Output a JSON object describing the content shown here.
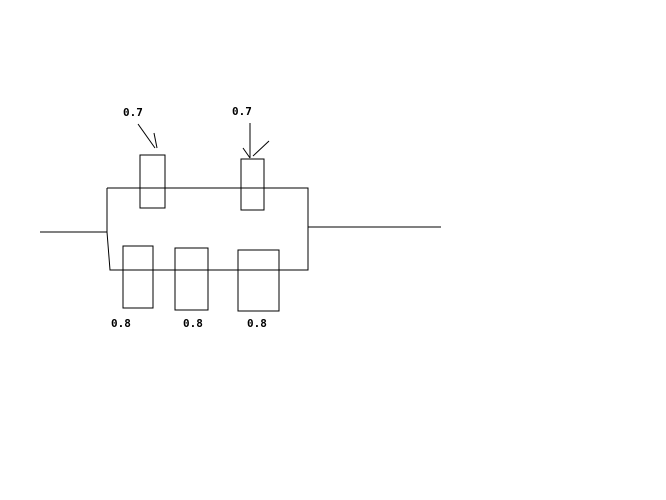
{
  "top_components": [
    {
      "label": "0.7"
    },
    {
      "label": "0.7"
    }
  ],
  "bottom_components": [
    {
      "label": "0.8"
    },
    {
      "label": "0.8"
    },
    {
      "label": "0.8"
    }
  ]
}
